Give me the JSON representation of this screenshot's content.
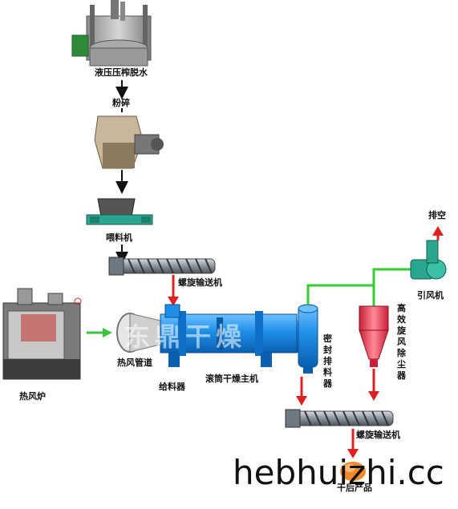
{
  "labels": {
    "dewatering": "液压压榨脱水",
    "crushing": "粉碎",
    "feeder_bin": "喂料机",
    "screw_conveyor_top": "螺旋输送机",
    "hot_air_duct": "热风管道",
    "feeder": "给料器",
    "drum_dryer": "滚筒干燥主机",
    "hot_air_furnace": "热风炉",
    "seal_discharge": "密封排料器",
    "cyclone": "高效旋风除尘器",
    "induced_fan": "引风机",
    "exhaust": "排空",
    "screw_conveyor_bottom": "螺旋输送机",
    "dried_product": "干后产品"
  },
  "watermark": "hebhuizhi.cc",
  "brand": "东鼎干燥",
  "colors": {
    "drum": "#1e8fe6",
    "flow_arrow_red": "#e02020",
    "flow_arrow_green": "#3cc43c",
    "pipe_green": "#33cc33",
    "cyclone": "#ee5566"
  }
}
